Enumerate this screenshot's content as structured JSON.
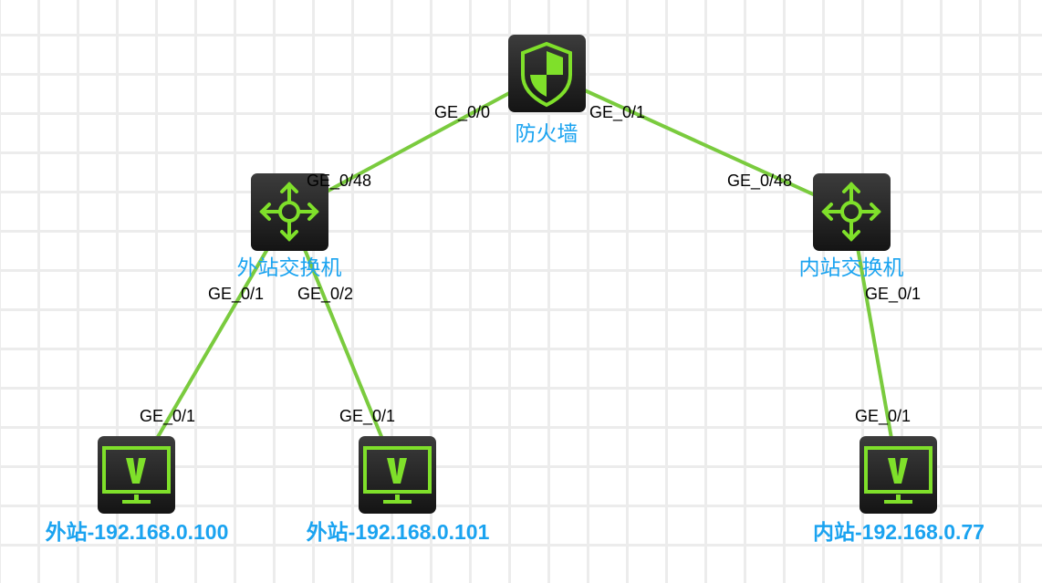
{
  "colors": {
    "link": "#7acb3e",
    "icon": "#7fe02a",
    "label": "#1aa3f0"
  },
  "devices": {
    "firewall": {
      "name": "防火墙",
      "icon": "shield-icon"
    },
    "outer_switch": {
      "name": "外站交换机",
      "icon": "switch-arrows-icon"
    },
    "inner_switch": {
      "name": "内站交换机",
      "icon": "switch-arrows-icon"
    },
    "pc1": {
      "name": "外站-192.168.0.100",
      "icon": "monitor-v-icon"
    },
    "pc2": {
      "name": "外站-192.168.0.101",
      "icon": "monitor-v-icon"
    },
    "pc3": {
      "name": "内站-192.168.0.77",
      "icon": "monitor-v-icon"
    }
  },
  "ports": {
    "fw_ge00": "GE_0/0",
    "fw_ge01": "GE_0/1",
    "osw_ge048": "GE_0/48",
    "osw_ge01": "GE_0/1",
    "osw_ge02": "GE_0/2",
    "isw_ge048": "GE_0/48",
    "isw_ge01": "GE_0/1",
    "pc1_ge01": "GE_0/1",
    "pc2_ge01": "GE_0/1",
    "pc3_ge01": "GE_0/1"
  }
}
